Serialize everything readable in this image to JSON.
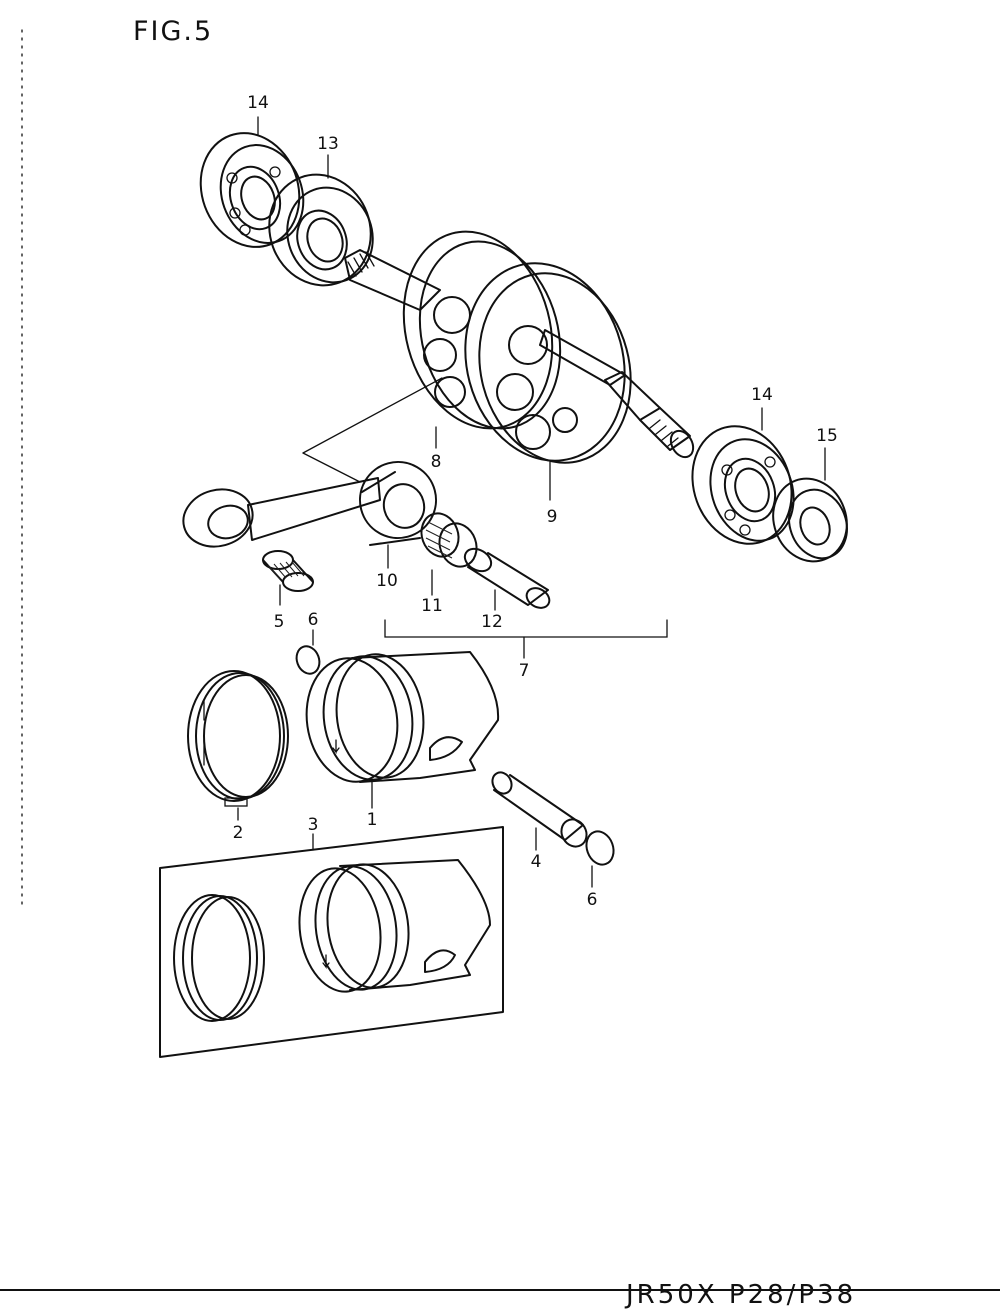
{
  "figure": {
    "title": "FIG.5"
  },
  "footer": {
    "code": "JR50X P28/P38"
  },
  "callouts": [
    {
      "id": "14a",
      "text": "14"
    },
    {
      "id": "13",
      "text": "13"
    },
    {
      "id": "14b",
      "text": "14"
    },
    {
      "id": "15",
      "text": "15"
    },
    {
      "id": "8",
      "text": "8"
    },
    {
      "id": "9",
      "text": "9"
    },
    {
      "id": "10",
      "text": "10"
    },
    {
      "id": "11",
      "text": "11"
    },
    {
      "id": "12",
      "text": "12"
    },
    {
      "id": "5",
      "text": "5"
    },
    {
      "id": "6a",
      "text": "6"
    },
    {
      "id": "7",
      "text": "7"
    },
    {
      "id": "2",
      "text": "2"
    },
    {
      "id": "1",
      "text": "1"
    },
    {
      "id": "3",
      "text": "3"
    },
    {
      "id": "4",
      "text": "4"
    },
    {
      "id": "6b",
      "text": "6"
    }
  ]
}
